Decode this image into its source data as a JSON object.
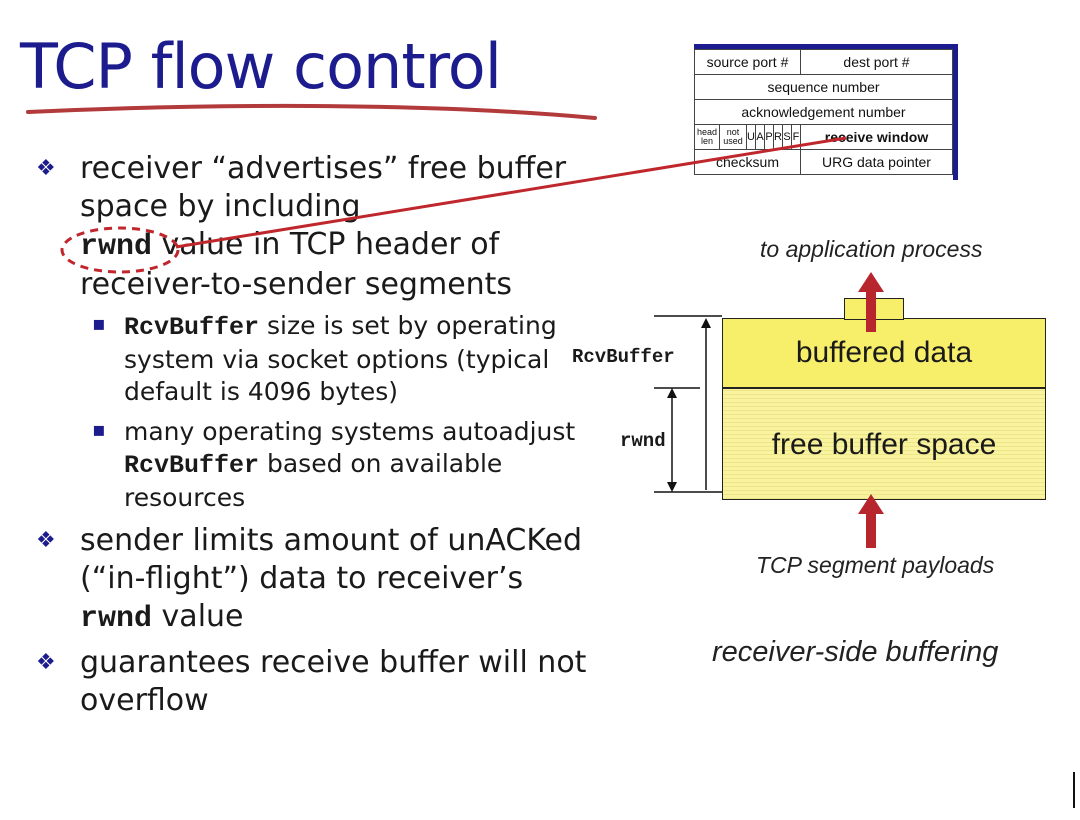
{
  "title": "TCP flow control",
  "bullets": {
    "b1": {
      "t1": "receiver “advertises” free buffer space by including",
      "code": "rwnd",
      "t2": " value in TCP header of receiver-to-sender segments"
    },
    "s1": {
      "code": "RcvBuffer",
      "t": "  size is set by operating system via socket options (typical default is 4096 bytes)"
    },
    "s2": {
      "t1": "many operating systems autoadjust ",
      "code": "RcvBuffer",
      "t2": " based on available resources"
    },
    "b2": {
      "t1": "sender limits amount of unACKed (“in-flight”) data to receiver’s ",
      "code": "rwnd",
      "t2": "  value"
    },
    "b3": {
      "t": "guarantees receive buffer will not overflow"
    }
  },
  "header": {
    "src_port": "source port #",
    "dst_port": "dest port #",
    "seq": "sequence number",
    "ack": "acknowledgement number",
    "head_len": "head len",
    "not_used": "not used",
    "flags": [
      "U",
      "A",
      "P",
      "R",
      "S",
      "F"
    ],
    "recv_window": "receive window",
    "checksum": "checksum",
    "urg": "URG data pointer"
  },
  "diagram": {
    "to_app": "to application process",
    "buffered": "buffered data",
    "free": "free buffer space",
    "rcvbuffer": "RcvBuffer",
    "rwnd": "rwnd",
    "payloads": "TCP segment payloads",
    "caption": "receiver-side buffering"
  },
  "colors": {
    "title": "#1c1c8e",
    "arrow": "#c0272d",
    "buffered": "#f7ee6a",
    "free": "#f9f3a0"
  }
}
